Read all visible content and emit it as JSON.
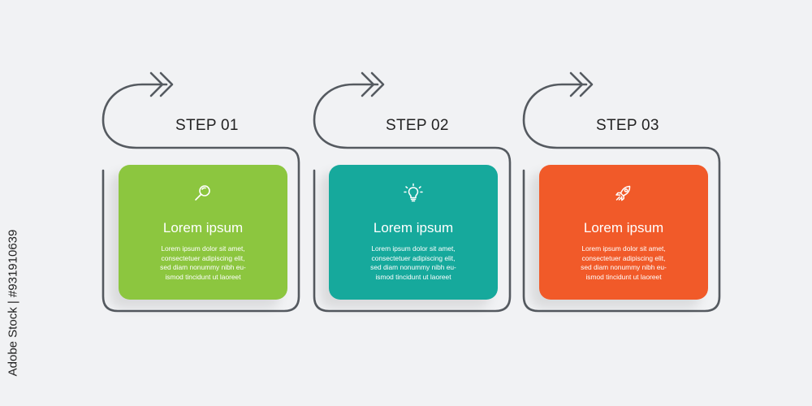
{
  "colors": {
    "line": "#555a60",
    "step1": "#8cc63f",
    "step2": "#16a99c",
    "step3": "#f15a29",
    "background": "#f1f2f4"
  },
  "side_label": "Adobe Stock | #931910639",
  "steps": [
    {
      "label": "STEP 01",
      "icon": "magnifier-icon",
      "heading": "Lorem ipsum",
      "body": [
        "Lorem ipsum dolor sit amet,",
        "consectetuer adipiscing elit,",
        "sed diam nonummy nibh eu-",
        "ismod tincidunt ut laoreet"
      ]
    },
    {
      "label": "STEP 02",
      "icon": "lightbulb-icon",
      "heading": "Lorem ipsum",
      "body": [
        "Lorem ipsum dolor sit amet,",
        "consectetuer adipiscing elit,",
        "sed diam nonummy nibh eu-",
        "ismod tincidunt ut laoreet"
      ]
    },
    {
      "label": "STEP 03",
      "icon": "rocket-icon",
      "heading": "Lorem ipsum",
      "body": [
        "Lorem ipsum dolor sit amet,",
        "consectetuer adipiscing elit,",
        "sed diam nonummy nibh eu-",
        "ismod tincidunt ut laoreet"
      ]
    }
  ]
}
